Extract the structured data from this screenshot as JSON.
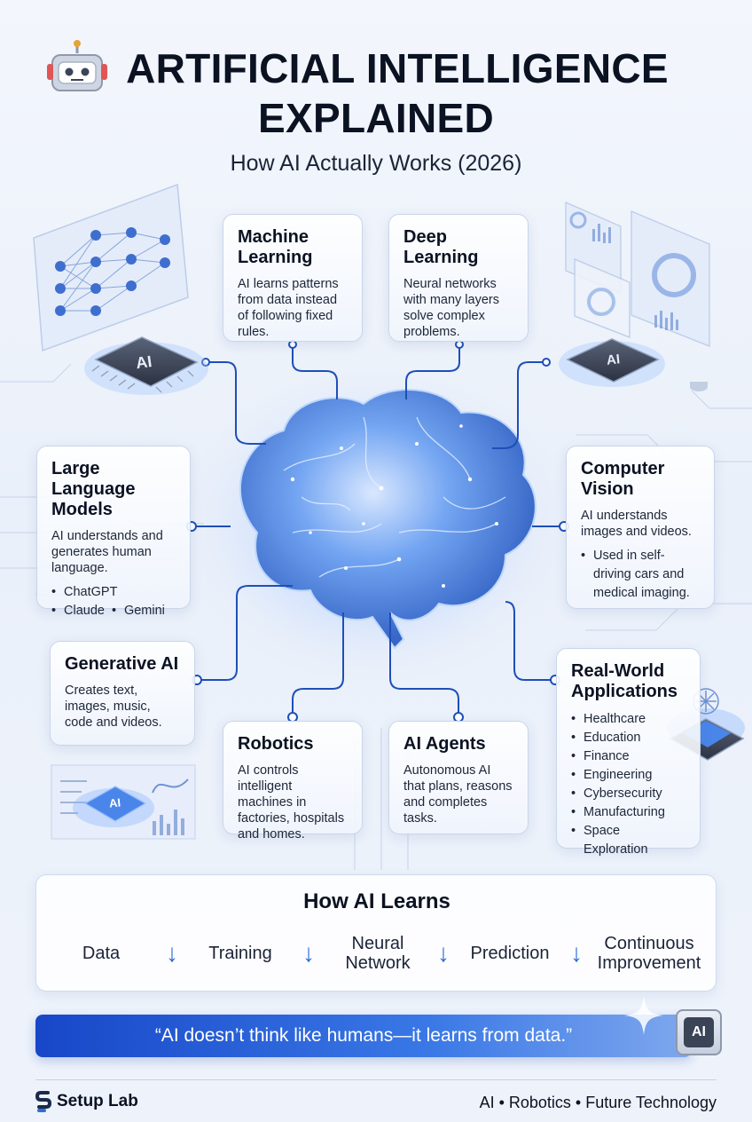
{
  "header": {
    "title_line1": "ARTIFICIAL INTELLIGENCE",
    "title_line2": "EXPLAINED",
    "subtitle": "How AI Actually Works (2026)",
    "icon": "robot-icon"
  },
  "chip_labels": {
    "left_chip": "AI",
    "right_chip": "AI",
    "bottom_left_chip": "AI"
  },
  "cards": {
    "machine_learning": {
      "title": "Machine Learning",
      "text": "AI learns patterns from data instead of following fixed rules."
    },
    "deep_learning": {
      "title": "Deep Learning",
      "text": "Neural networks with many layers solve complex problems."
    },
    "llm": {
      "title": "Large Language Models",
      "text": "AI understands and generates human language.",
      "examples": [
        "ChatGPT",
        "Claude",
        "Gemini"
      ]
    },
    "computer_vision": {
      "title": "Computer Vision",
      "text": "AI understands images and videos.",
      "bullets": [
        "Used in self-driving cars and medical imaging."
      ]
    },
    "generative_ai": {
      "title": "Generative AI",
      "text": "Creates text, images, music, code and videos."
    },
    "robotics": {
      "title": "Robotics",
      "text": "AI controls intelligent machines in factories, hospitals and homes."
    },
    "ai_agents": {
      "title": "AI Agents",
      "text": "Autonomous AI that plans, reasons and completes tasks."
    },
    "real_world": {
      "title": "Real-World Applications",
      "bullets": [
        "Healthcare",
        "Education",
        "Finance",
        "Engineering",
        "Cybersecurity",
        "Manufacturing",
        "Space Exploration"
      ]
    }
  },
  "how_ai_learns": {
    "title": "How AI Learns",
    "steps": [
      "Data",
      "Training",
      "Neural Network",
      "Prediction",
      "Continuous Improvement"
    ],
    "arrow": "↓"
  },
  "quote": {
    "text": "“AI doesn’t think like humans—it learns from data.”",
    "badge": "AI"
  },
  "footer": {
    "brand": "Setup Lab",
    "tagline": "AI • Robotics • Future Technology"
  },
  "colors": {
    "accent": "#2f6ed8",
    "banner": "#1747c8",
    "text": "#0b1222",
    "line": "#1e4fb8"
  }
}
